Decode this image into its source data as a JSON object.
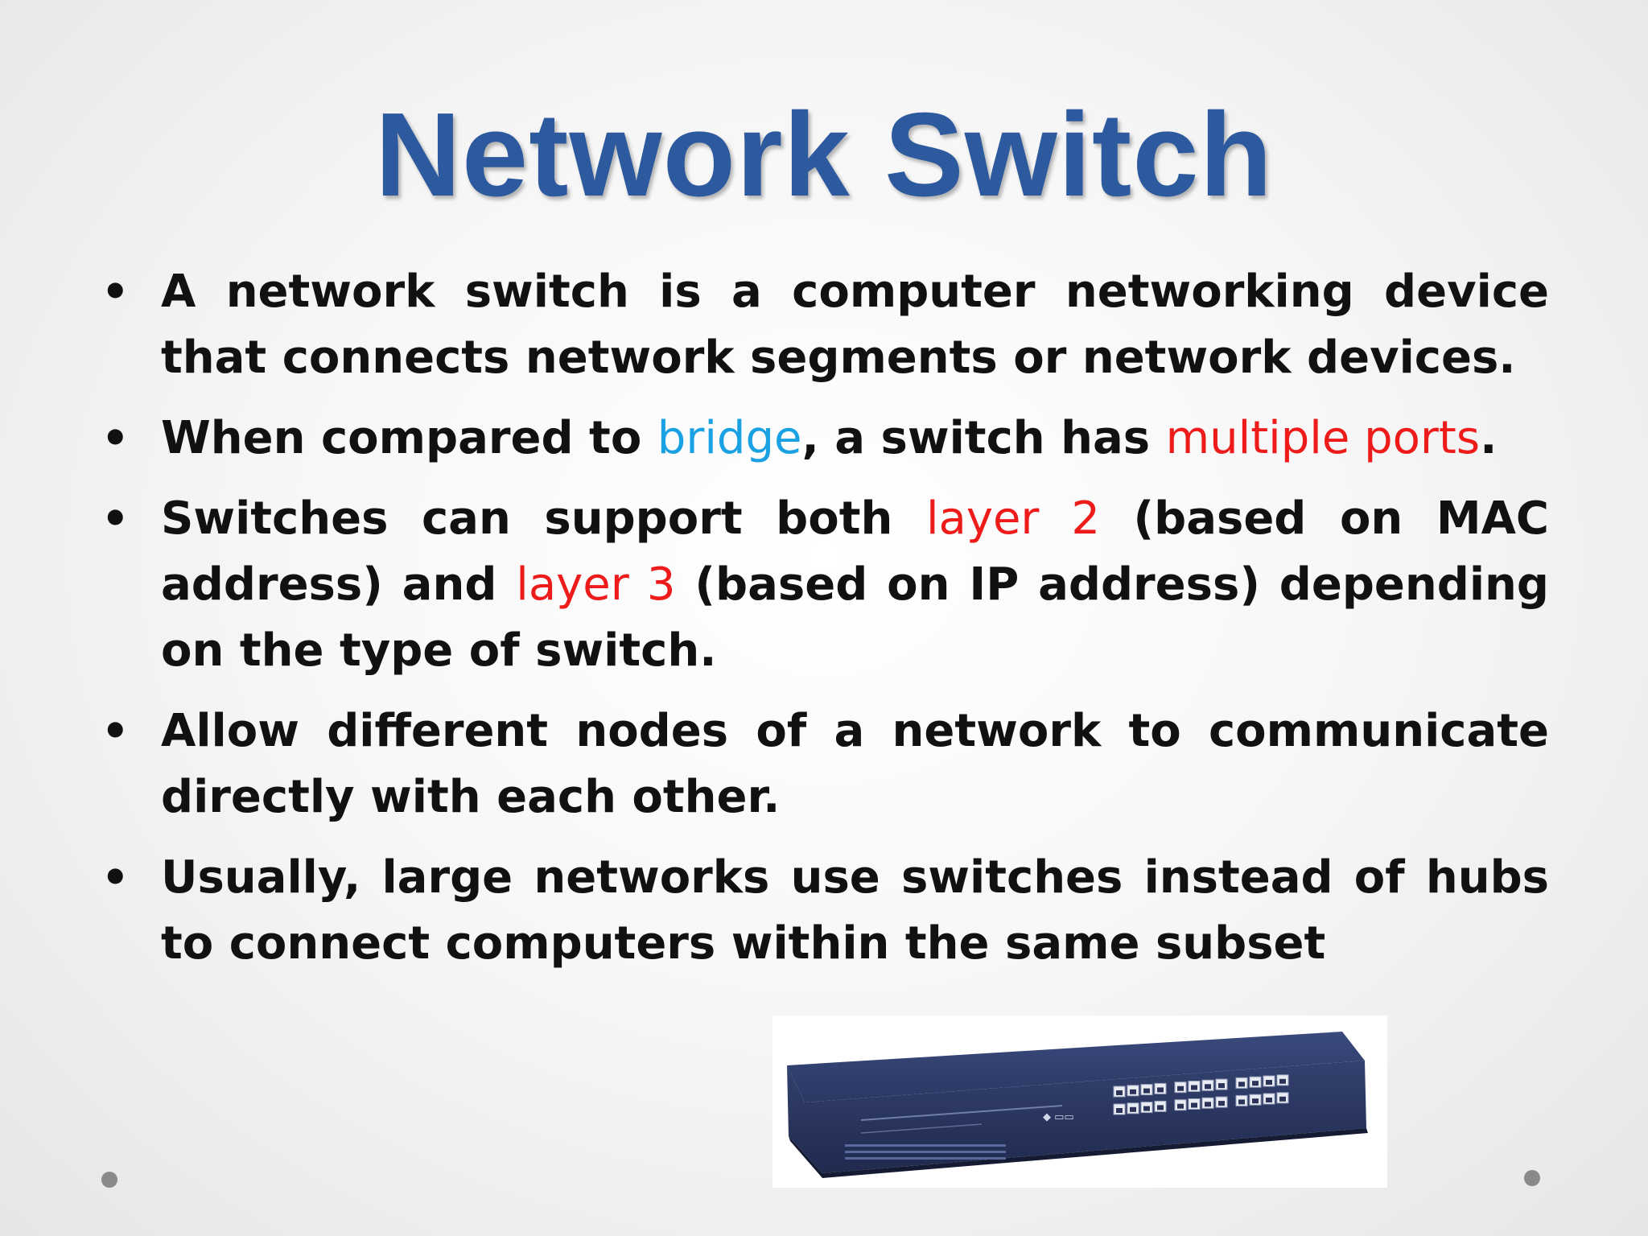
{
  "slide": {
    "title": "Network Switch",
    "bullets": [
      {
        "segments": [
          {
            "text": "A network switch is a computer networking device that connects network segments or network devices.",
            "color": "#111111"
          }
        ]
      },
      {
        "segments": [
          {
            "text": "When compared to ",
            "color": "#111111"
          },
          {
            "text": "bridge",
            "color": "#1aa1e3"
          },
          {
            "text": ", a switch has ",
            "color": "#111111"
          },
          {
            "text": "multiple ports",
            "color": "#ee1b1b"
          },
          {
            "text": ".",
            "color": "#111111"
          }
        ]
      },
      {
        "segments": [
          {
            "text": "Switches can support both ",
            "color": "#111111"
          },
          {
            "text": "layer 2",
            "color": "#ee1b1b"
          },
          {
            "text": " (based on MAC address) and ",
            "color": "#111111"
          },
          {
            "text": "layer 3",
            "color": "#ee1b1b"
          },
          {
            "text": " (based on IP address) depending on the type of switch.",
            "color": "#111111"
          }
        ]
      },
      {
        "segments": [
          {
            "text": "Allow different nodes of a network to communicate directly with each other.",
            "color": "#111111"
          }
        ]
      },
      {
        "segments": [
          {
            "text": "Usually, large networks use switches instead of hubs to connect computers within the same subset",
            "color": "#111111"
          }
        ]
      }
    ],
    "bullet_glyph": "•",
    "image": {
      "icon": "network-switch-icon",
      "ports_per_bank": 8,
      "banks": 3
    }
  },
  "colors": {
    "title": "#2d5a9e",
    "body_text": "#111111",
    "highlight_blue": "#1aa1e3",
    "highlight_red": "#ee1b1b",
    "switch_body": "#2c3a66",
    "nav_dots": "#8a8a8a"
  }
}
